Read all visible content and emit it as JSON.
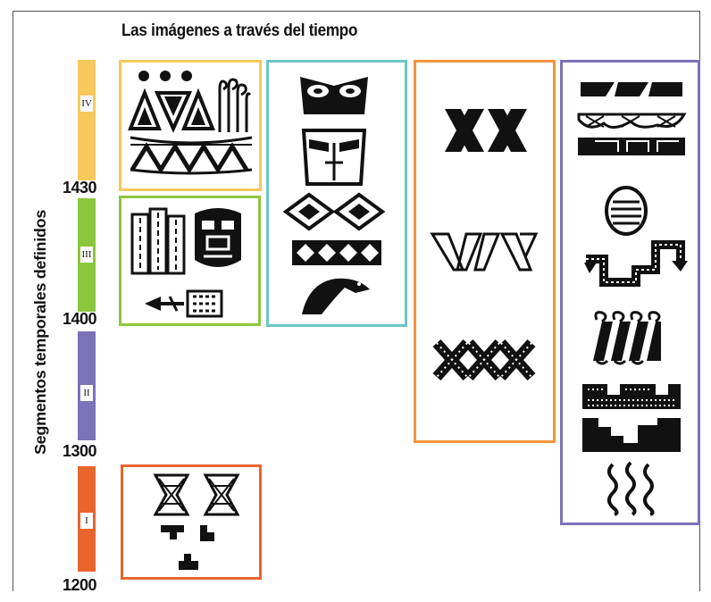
{
  "title": "Las imágenes a través del tiempo",
  "y_axis_label": "Segmentos temporales definidos",
  "segments": [
    {
      "label": "IV",
      "color": "#f5c95c"
    },
    {
      "label": "III",
      "color": "#8cc63f"
    },
    {
      "label": "II",
      "color": "#7b72b8"
    },
    {
      "label": "I",
      "color": "#e8662e"
    }
  ],
  "years": [
    "1430",
    "1400",
    "1300",
    "1200"
  ],
  "box_colors": {
    "yellow": "#f5c95c",
    "green": "#8cc63f",
    "teal": "#6cc5c7",
    "orange": "#f3943c",
    "purple": "#7b72b8",
    "orange_bottom": "#e8662e"
  }
}
